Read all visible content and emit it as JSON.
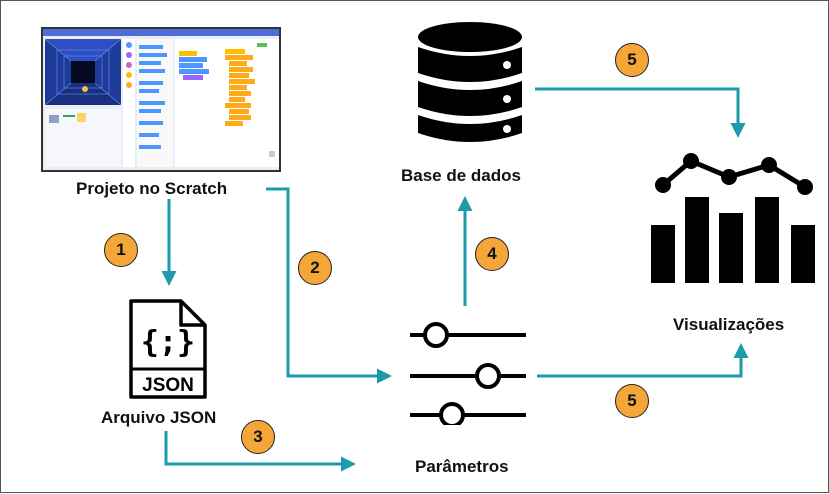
{
  "nodes": {
    "scratch": {
      "label": "Projeto no Scratch"
    },
    "json_file": {
      "label": "Arquivo JSON",
      "icon_text": "JSON",
      "braces": "{;}"
    },
    "database": {
      "label": "Base de dados"
    },
    "params": {
      "label": "Parâmetros"
    },
    "visual": {
      "label": "Visualizações"
    }
  },
  "steps": [
    "1",
    "2",
    "3",
    "4",
    "5",
    "5"
  ],
  "colors": {
    "arrow": "#1e9bab",
    "badge": "#f5a638",
    "icon": "#000000",
    "scratch_stage": "#1f3b9a"
  },
  "icons": [
    "scratch-screenshot",
    "json-file-icon",
    "database-icon",
    "sliders-icon",
    "bar-line-chart-icon"
  ]
}
